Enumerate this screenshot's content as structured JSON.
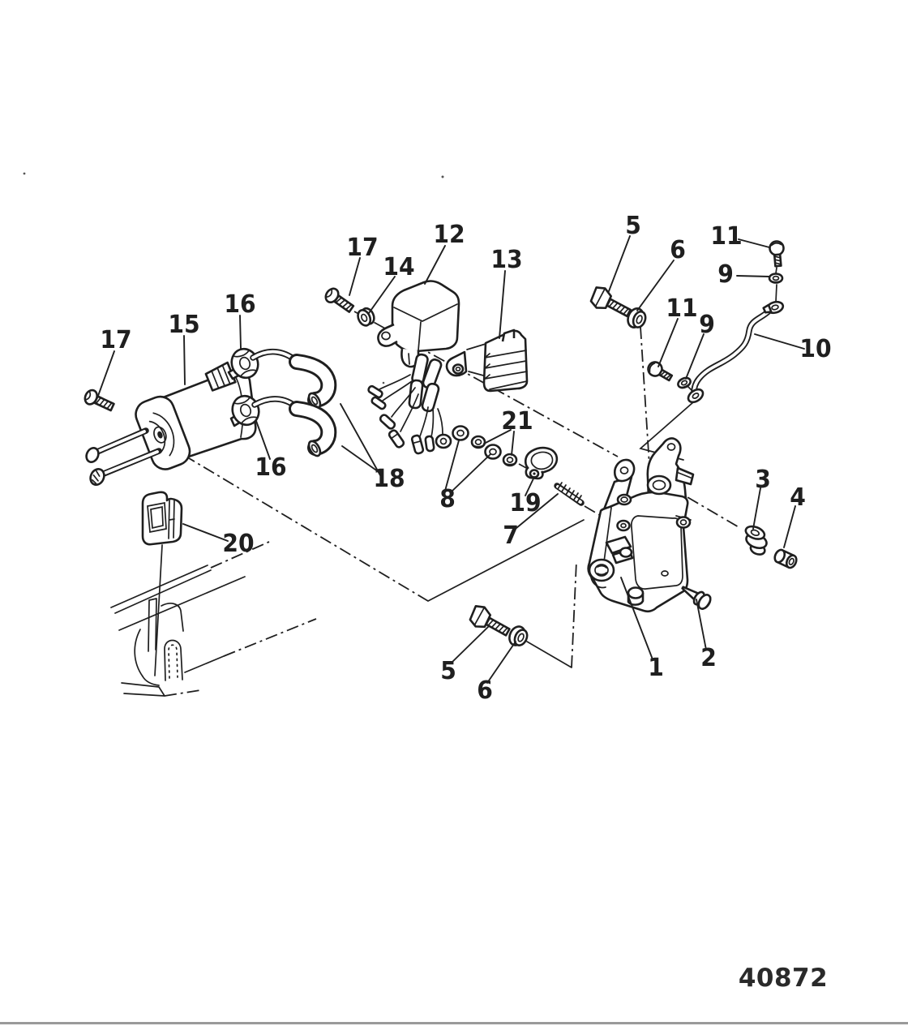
{
  "figure": {
    "drawing_number": "40872"
  },
  "colors": {
    "ink": "#1f1f1f",
    "paper": "#ffffff"
  },
  "callouts": [
    {
      "id": "17-top",
      "label": "17"
    },
    {
      "id": "14",
      "label": "14"
    },
    {
      "id": "12",
      "label": "12"
    },
    {
      "id": "13",
      "label": "13"
    },
    {
      "id": "5-top",
      "label": "5"
    },
    {
      "id": "6-top",
      "label": "6"
    },
    {
      "id": "11-top",
      "label": "11"
    },
    {
      "id": "9-top",
      "label": "9"
    },
    {
      "id": "16-upper",
      "label": "16"
    },
    {
      "id": "15",
      "label": "15"
    },
    {
      "id": "17-left",
      "label": "17"
    },
    {
      "id": "11-mid",
      "label": "11"
    },
    {
      "id": "9-mid",
      "label": "9"
    },
    {
      "id": "10",
      "label": "10"
    },
    {
      "id": "16-lower",
      "label": "16"
    },
    {
      "id": "18",
      "label": "18"
    },
    {
      "id": "21",
      "label": "21"
    },
    {
      "id": "8",
      "label": "8"
    },
    {
      "id": "19",
      "label": "19"
    },
    {
      "id": "7",
      "label": "7"
    },
    {
      "id": "3",
      "label": "3"
    },
    {
      "id": "4",
      "label": "4"
    },
    {
      "id": "20",
      "label": "20"
    },
    {
      "id": "5-bottom",
      "label": "5"
    },
    {
      "id": "6-bottom",
      "label": "6"
    },
    {
      "id": "1",
      "label": "1"
    },
    {
      "id": "2",
      "label": "2"
    }
  ]
}
